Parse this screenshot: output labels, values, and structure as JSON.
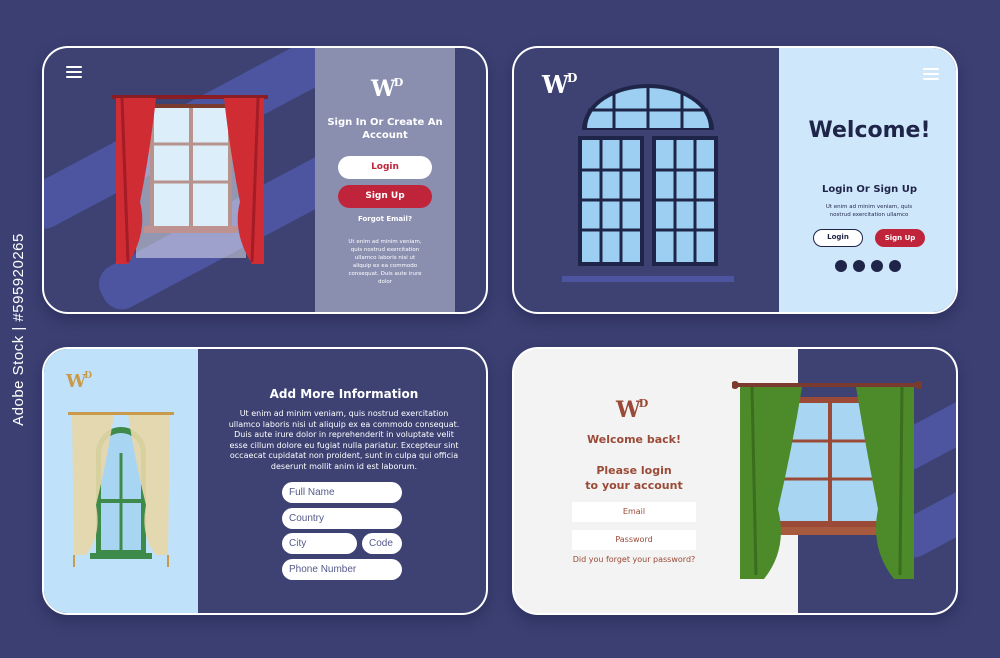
{
  "credit": "Adobe Stock | #595920265",
  "colors": {
    "navy": "#3d4272",
    "red": "#c0243a",
    "brown": "#9a4a36",
    "green": "#4d8a2a",
    "lightblue": "#cfe7fb"
  },
  "card1": {
    "menu_icon": "hamburger-icon",
    "logo": "W",
    "logo_sup": "D",
    "title": "Sign In Or Create An Account",
    "login": "Login",
    "signup": "Sign Up",
    "forgot": "Forgot Email?",
    "body": "Ut enim ad minim veniam, quis nostrud exercitation ullamco laboris nisi ut aliquip ex ea commodo consequat. Duis aute irure dolor"
  },
  "card2": {
    "logo": "W",
    "logo_sup": "D",
    "menu_icon": "hamburger-icon",
    "title": "Welcome!",
    "subtitle": "Login Or Sign Up",
    "body": "Ut enim ad minim veniam, quis nostrud exercitation ullamco",
    "login": "Login",
    "signup": "Sign Up",
    "dots": 4
  },
  "card3": {
    "logo": "W",
    "logo_sup": "D",
    "title": "Add More Information",
    "body": "Ut enim ad minim veniam, quis nostrud exercitation ullamco laboris nisi ut aliquip ex ea commodo consequat. Duis aute irure dolor in reprehenderit in voluptate velit esse cillum dolore eu fugiat nulla pariatur. Excepteur sint occaecat cupidatat non proident, sunt in culpa qui officia deserunt mollit anim id est laborum.",
    "fields": {
      "full_name": "Full Name",
      "country": "Country",
      "city": "City",
      "code": "Code",
      "phone": "Phone Number"
    }
  },
  "card4": {
    "logo": "W",
    "logo_sup": "D",
    "welcome": "Welcome back!",
    "prompt_line1": "Please login",
    "prompt_line2": "to your account",
    "email": "Email",
    "password": "Password",
    "forgot": "Did you forget your password?"
  }
}
